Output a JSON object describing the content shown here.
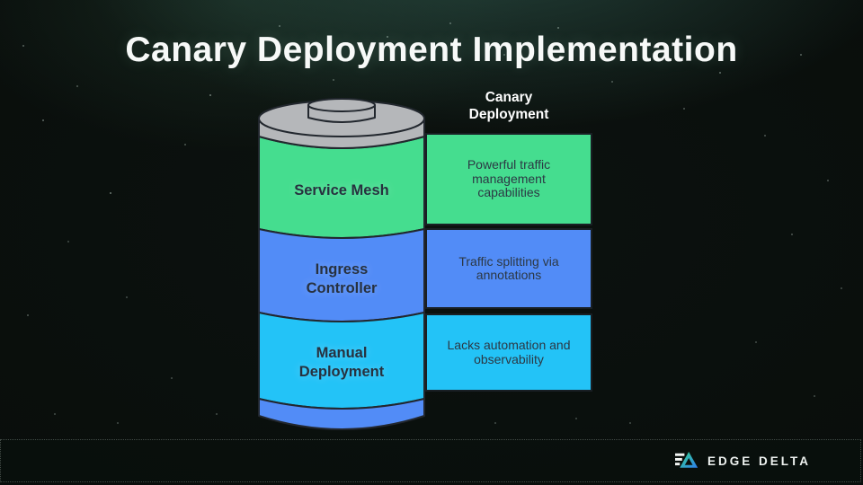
{
  "title": "Canary Deployment Implementation",
  "battery": {
    "sections": [
      {
        "id": "service-mesh",
        "label": "Service Mesh",
        "color": "#45dd8f"
      },
      {
        "id": "ingress-controller",
        "label": "Ingress\nController",
        "color": "#528cf7"
      },
      {
        "id": "manual-deployment",
        "label": "Manual\nDeployment",
        "color": "#23c3f7"
      }
    ],
    "cap_color": "#b5b7ba",
    "base_color": "#528cf7"
  },
  "comparison": {
    "header": "Canary\nDeployment",
    "cards": [
      {
        "text": "Powerful traffic management capabilities",
        "color": "#45dd8f"
      },
      {
        "text": "Traffic splitting via annotations",
        "color": "#528cf7"
      },
      {
        "text": "Lacks automation and observability",
        "color": "#23c3f7"
      }
    ]
  },
  "footer": {
    "brand": "EDGE DELTA"
  },
  "colors": {
    "green": "#45dd8f",
    "blue": "#528cf7",
    "cyan": "#23c3f7",
    "cap_gray": "#b5b7ba",
    "outline": "#22272e",
    "label_dark": "#27313f",
    "card_text": "#2c3844",
    "background": "#080c0a",
    "logo_green": "#35d98a",
    "logo_blue": "#2e7df0"
  }
}
